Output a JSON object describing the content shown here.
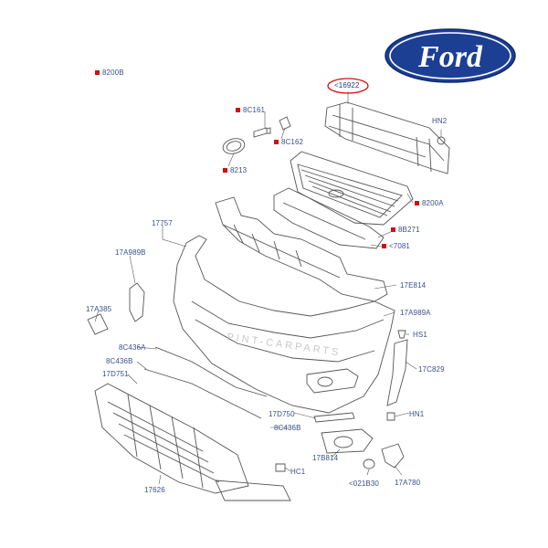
{
  "brand": {
    "name": "Ford",
    "color": "#1c3f94"
  },
  "colors": {
    "label": "#3a4f8a",
    "marker": "#d10f0f",
    "highlight_circle": "#d10f0f",
    "line": "#4a4a4a"
  },
  "watermark": "PINT-CARPARTS",
  "parts": [
    {
      "code": "8200B",
      "marker": true
    },
    {
      "code": "<16922",
      "marker": false,
      "highlighted": true
    },
    {
      "code": "HN2",
      "marker": false
    },
    {
      "code": "8C161",
      "marker": true
    },
    {
      "code": "8C162",
      "marker": true
    },
    {
      "code": "8213",
      "marker": true
    },
    {
      "code": "8200A",
      "marker": true
    },
    {
      "code": "17757",
      "marker": false
    },
    {
      "code": "8B271",
      "marker": true
    },
    {
      "code": "<7081",
      "marker": true
    },
    {
      "code": "17A989B",
      "marker": false
    },
    {
      "code": "17E814",
      "marker": false
    },
    {
      "code": "17A385",
      "marker": false
    },
    {
      "code": "17A989A",
      "marker": false
    },
    {
      "code": "8C436A",
      "marker": false
    },
    {
      "code": "HS1",
      "marker": false
    },
    {
      "code": "8C436B",
      "marker": false
    },
    {
      "code": "17D751",
      "marker": false
    },
    {
      "code": "17C829",
      "marker": false
    },
    {
      "code": "17D750",
      "marker": false
    },
    {
      "code": "HN1",
      "marker": false
    },
    {
      "code": "8C436B",
      "marker": false
    },
    {
      "code": "17B814",
      "marker": false
    },
    {
      "code": "HC1",
      "marker": false
    },
    {
      "code": "<021B30",
      "marker": false
    },
    {
      "code": "17A780",
      "marker": false
    },
    {
      "code": "17626",
      "marker": false
    }
  ]
}
